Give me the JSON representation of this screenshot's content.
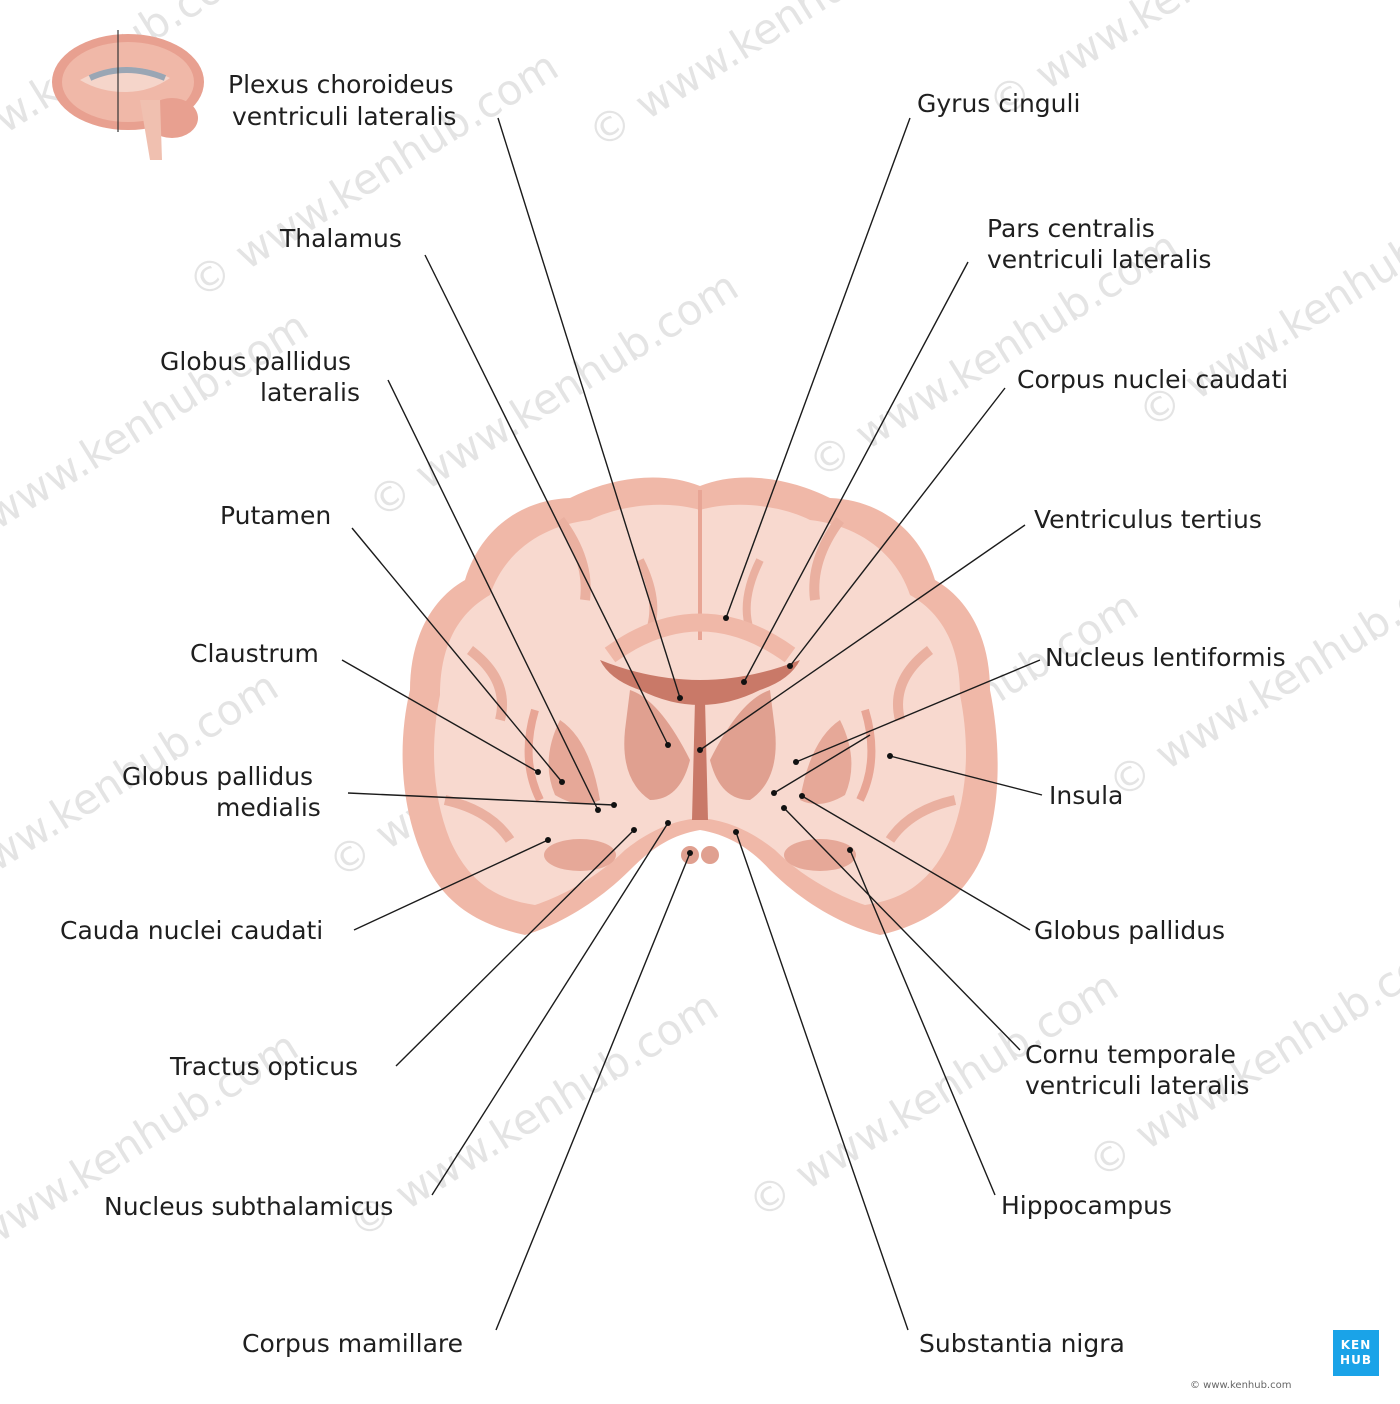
{
  "labels": {
    "plexus_1": "Plexus choroideus",
    "plexus_2": "ventriculi lateralis",
    "thalamus": "Thalamus",
    "gp_lateralis_1": "Globus pallidus",
    "gp_lateralis_2": "lateralis",
    "putamen": "Putamen",
    "claustrum": "Claustrum",
    "gp_medialis_1": "Globus pallidus",
    "gp_medialis_2": "medialis",
    "cauda": "Cauda nuclei caudati",
    "tractus": "Tractus opticus",
    "subthal": "Nucleus subthalamicus",
    "mamillare": "Corpus mamillare",
    "gyrus": "Gyrus cinguli",
    "pars_1": "Pars centralis",
    "pars_2": "ventriculi lateralis",
    "corpus_caudati": "Corpus nuclei caudati",
    "ventriculus": "Ventriculus tertius",
    "lentiformis": "Nucleus lentiformis",
    "insula": "Insula",
    "gp": "Globus pallidus",
    "cornu_1": "Cornu temporale",
    "cornu_2": "ventriculi lateralis",
    "hippocampus": "Hippocampus",
    "nigra": "Substantia nigra"
  },
  "watermark": "© www.kenhub.com",
  "logo": {
    "line1": "KEN",
    "line2": "HUB"
  },
  "copyright": "© www.kenhub.com",
  "colors": {
    "white_matter": "#f8d9cf",
    "gray_matter": "#f0b8a8",
    "deep_nuclei": "#e0a090",
    "ventricle": "#c97968"
  }
}
